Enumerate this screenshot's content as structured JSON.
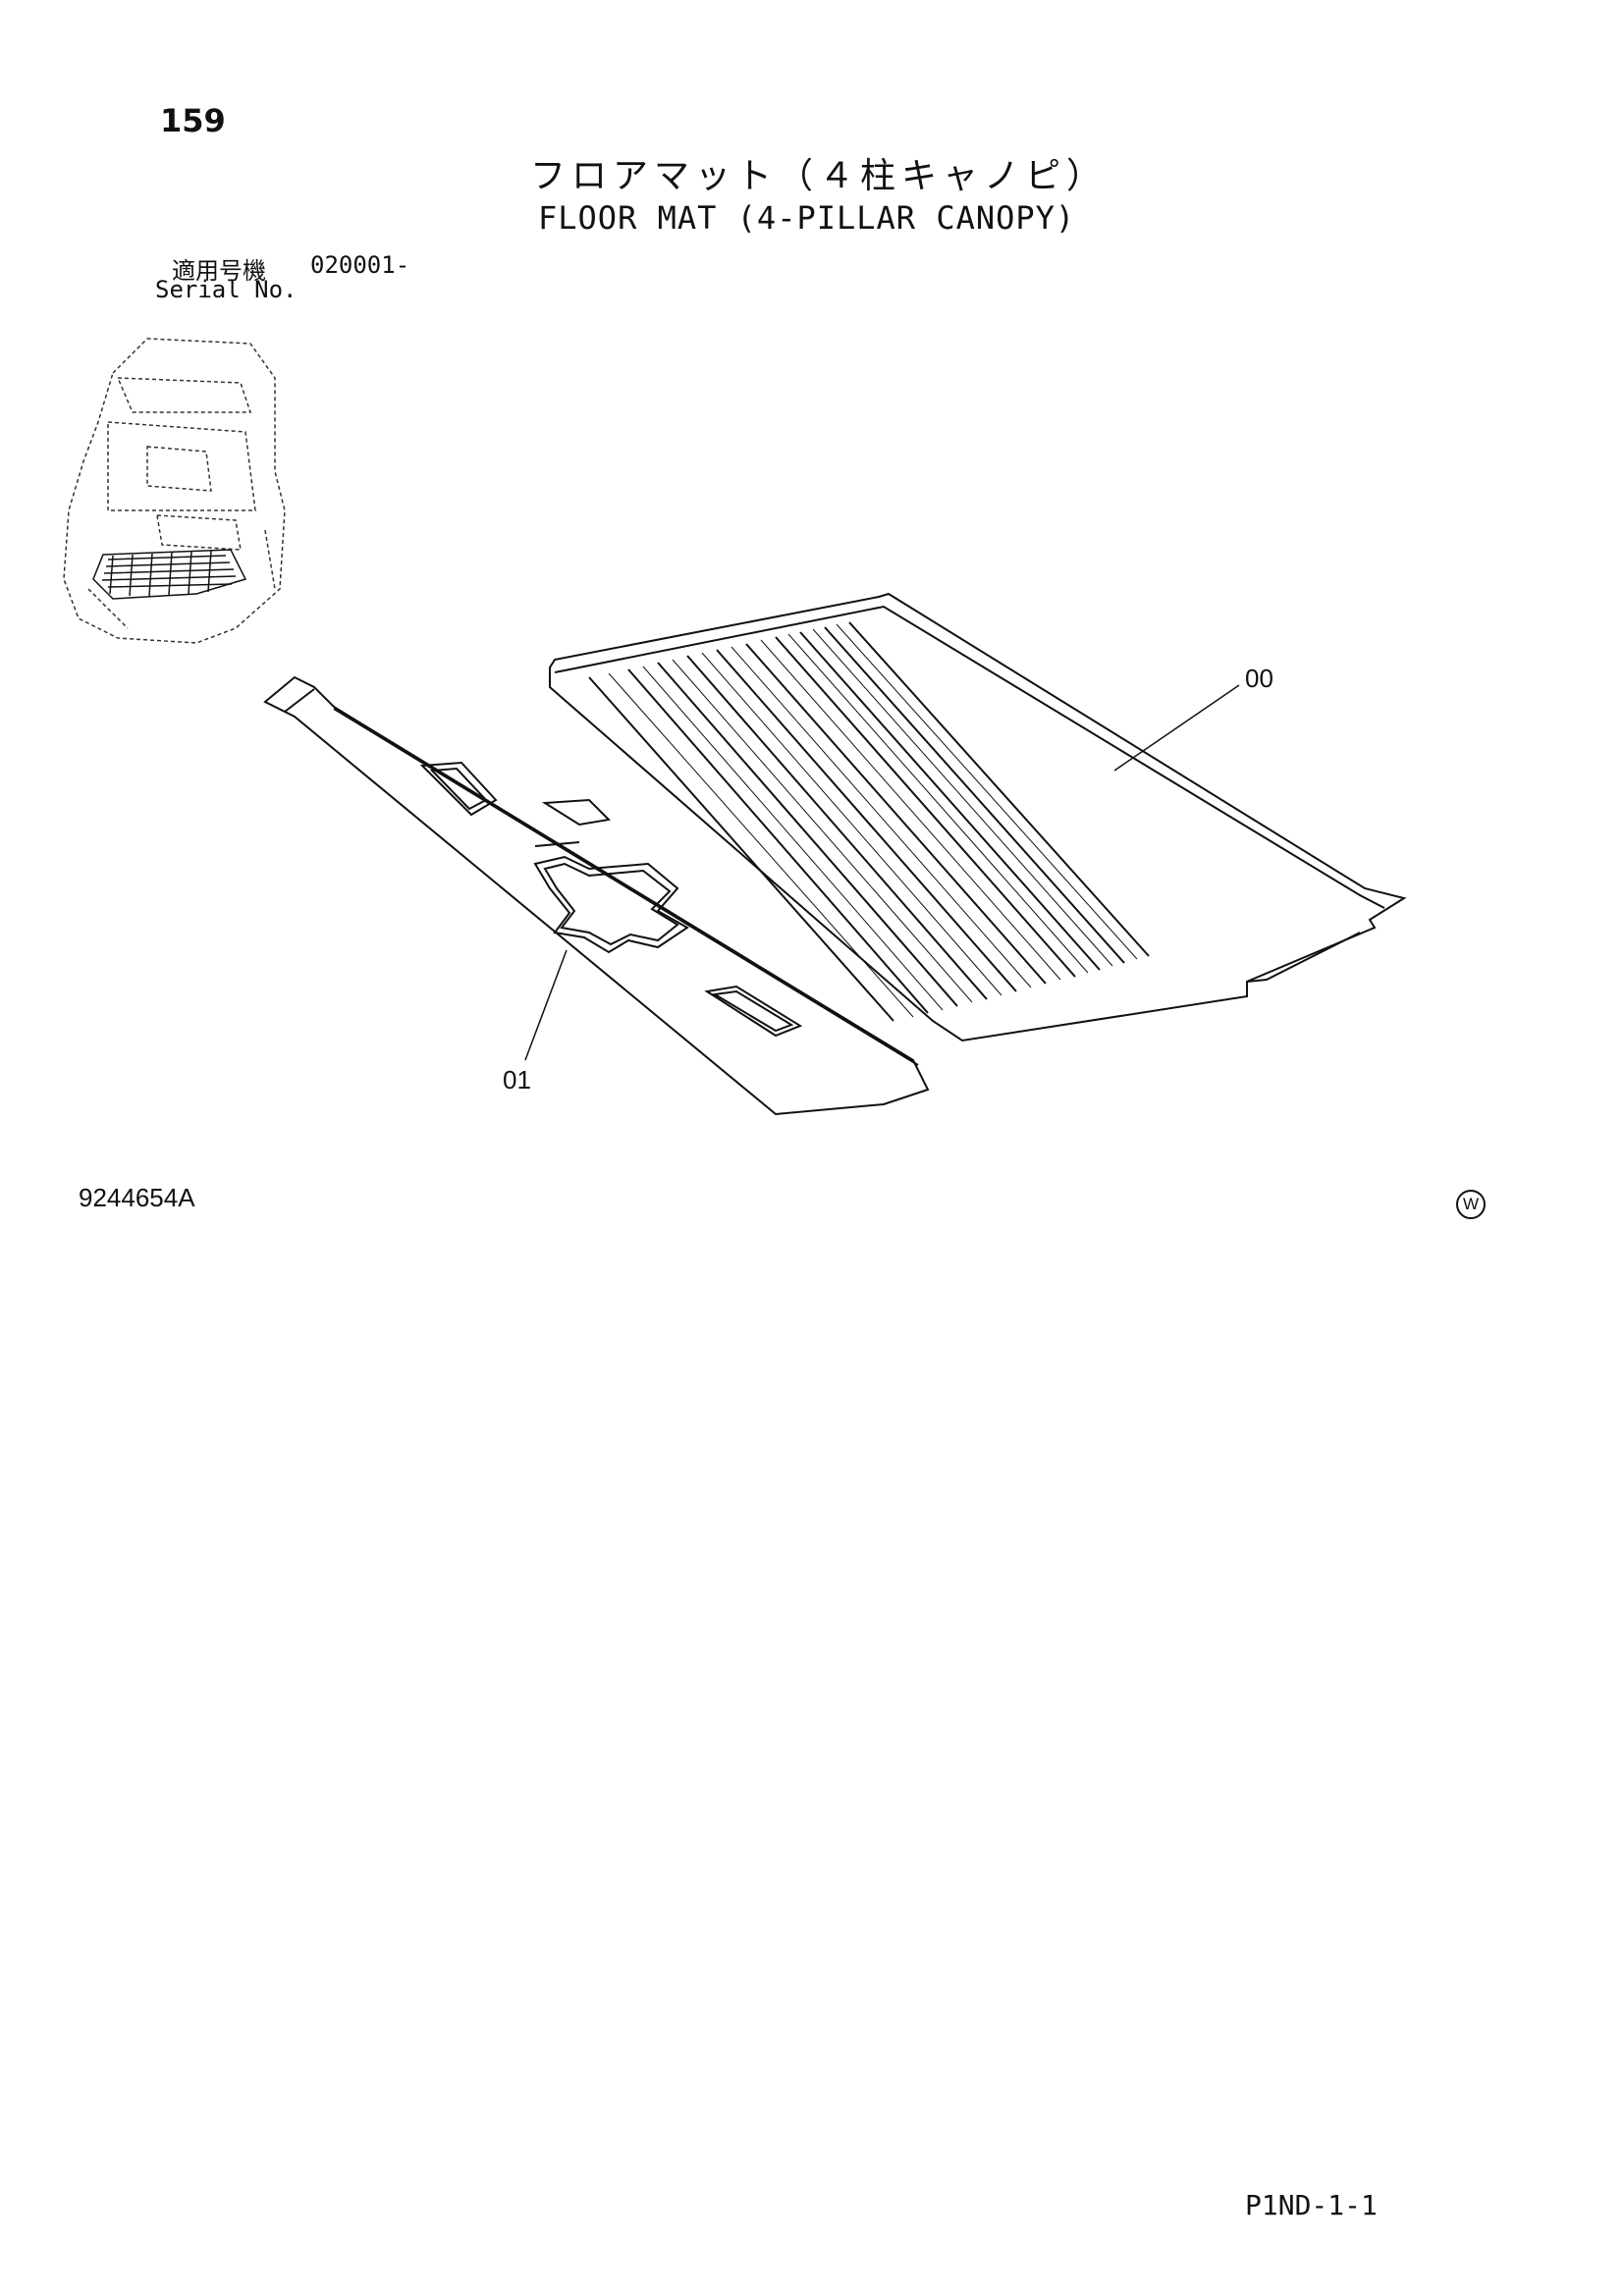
{
  "page": {
    "number": "159",
    "title_jp": "フロアマット（４柱キャノピ）",
    "title_en": "FLOOR MAT (4-PILLAR CANOPY)",
    "serial_label_jp": "適用号機",
    "serial_number": "020001-",
    "serial_label_en": "Serial No.",
    "drawing_number": "9244654A",
    "w_mark": "W",
    "footer_code": "P1ND-1-1"
  },
  "callouts": {
    "mat_main": "00",
    "mat_front": "01"
  }
}
